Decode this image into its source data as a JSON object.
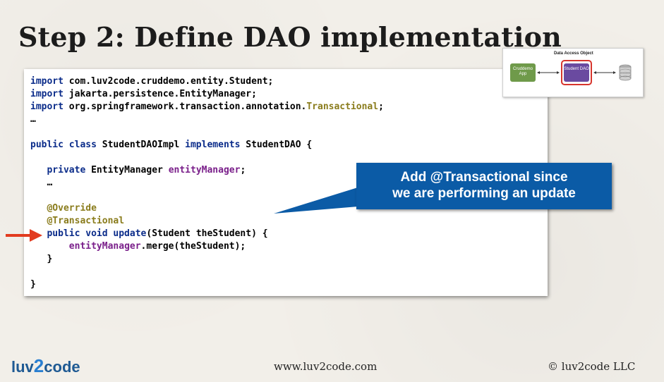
{
  "slide": {
    "title": "Step 2: Define DAO implementation",
    "footer_url": "www.luv2code.com",
    "footer_copyright": "© luv2code LLC",
    "logo": {
      "left": "luv",
      "two": "2",
      "right": "code"
    }
  },
  "code": {
    "line1": {
      "kw": "import",
      "rest": " com.luv2code.cruddemo.entity.Student;"
    },
    "line2": {
      "kw": "import",
      "rest": " jakarta.persistence.EntityManager;"
    },
    "line3": {
      "kw": "import",
      "rest": " org.springframework.transaction.annotation.",
      "ann": "Transactional",
      "end": ";"
    },
    "line4": "…",
    "line6": {
      "kw1": "public class",
      "name": " StudentDAOImpl ",
      "kw2": "implements",
      "rest": " StudentDAO {"
    },
    "line8": {
      "kw": "private",
      "type": " EntityManager ",
      "field": "entityManager",
      "end": ";"
    },
    "line9": "…",
    "line11": "@Override",
    "line12": "@Transactional",
    "line13": {
      "kw": "public void",
      "method": " update",
      "rest": "(Student theStudent) {"
    },
    "line14": {
      "field": "entityManager",
      "rest": ".merge(theStudent);"
    },
    "line15": "}",
    "line17": "}"
  },
  "callout": {
    "line1": "Add @Transactional since",
    "line2": "we are performing an update"
  },
  "diagram": {
    "label": "Data Access Object",
    "app_label": "Cruddemo App",
    "dao_label": "Student DAO",
    "db_icon": "database-icon"
  }
}
